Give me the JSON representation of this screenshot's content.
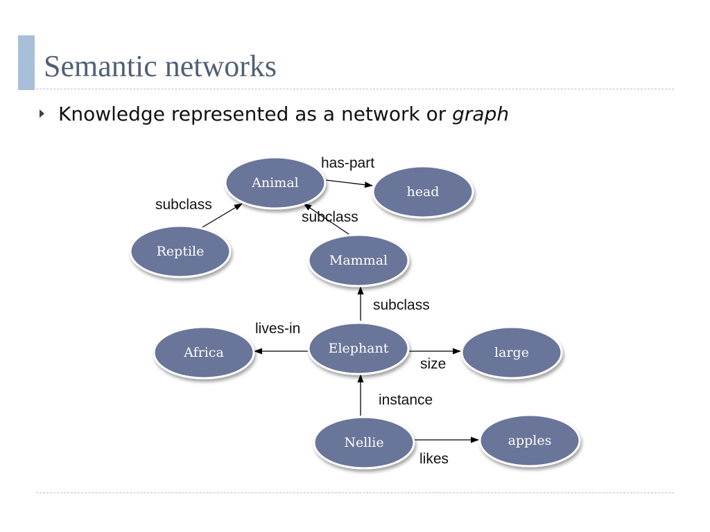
{
  "slide": {
    "title": "Semantic networks",
    "bullet_text": "Knowledge represented as a network or ",
    "bullet_emphasis": "graph"
  },
  "colors": {
    "accent_bar": "#a7bfd8",
    "title_text": "#525f75",
    "node_fill": "#6b749a",
    "node_border": "#ffffff",
    "edge": "#000000"
  },
  "diagram": {
    "nodes": [
      {
        "id": "animal",
        "label": "Animal"
      },
      {
        "id": "head",
        "label": "head"
      },
      {
        "id": "reptile",
        "label": "Reptile"
      },
      {
        "id": "mammal",
        "label": "Mammal"
      },
      {
        "id": "africa",
        "label": "Africa"
      },
      {
        "id": "elephant",
        "label": "Elephant"
      },
      {
        "id": "large",
        "label": "large"
      },
      {
        "id": "nellie",
        "label": "Nellie"
      },
      {
        "id": "apples",
        "label": "apples"
      }
    ],
    "edges": [
      {
        "from": "animal",
        "to": "head",
        "label": "has-part"
      },
      {
        "from": "reptile",
        "to": "animal",
        "label": "subclass"
      },
      {
        "from": "mammal",
        "to": "animal",
        "label": "subclass"
      },
      {
        "from": "elephant",
        "to": "mammal",
        "label": "subclass"
      },
      {
        "from": "elephant",
        "to": "africa",
        "label": "lives-in"
      },
      {
        "from": "elephant",
        "to": "large",
        "label": "size"
      },
      {
        "from": "nellie",
        "to": "elephant",
        "label": "instance"
      },
      {
        "from": "nellie",
        "to": "apples",
        "label": "likes"
      }
    ]
  }
}
